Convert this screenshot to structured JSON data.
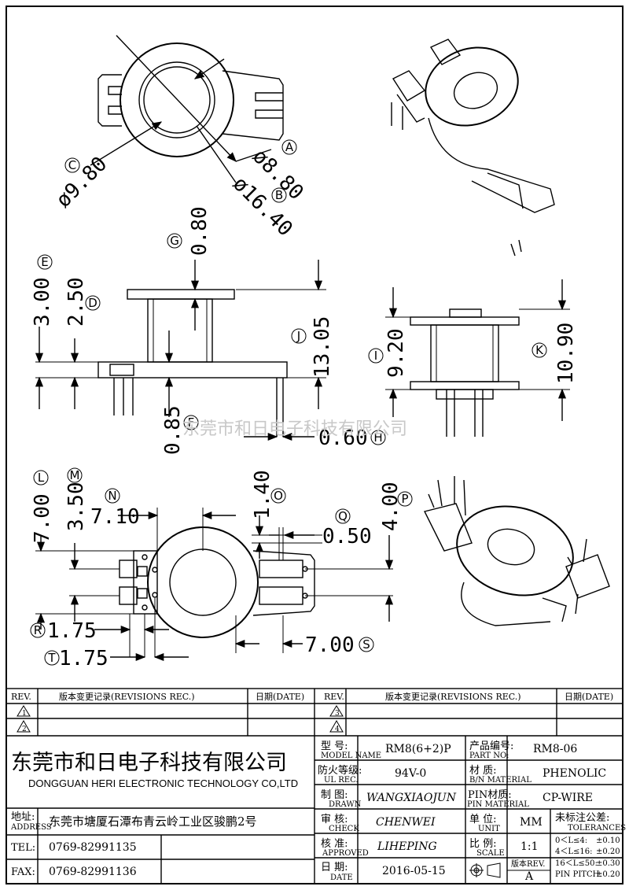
{
  "views": {
    "top": {
      "dims": [
        "ø9.80",
        "ø8.80",
        "ø16.40"
      ],
      "callouts": [
        "C",
        "A",
        "B"
      ]
    },
    "front": {
      "dims": [
        "3.00",
        "2.50",
        "0.80",
        "13.05",
        "0.85",
        "0.60"
      ],
      "callouts": [
        "E",
        "D",
        "G",
        "J",
        "F",
        "H"
      ]
    },
    "side": {
      "dims": [
        "9.20",
        "10.90"
      ],
      "callouts": [
        "I",
        "K"
      ]
    },
    "bottom": {
      "dims": [
        "7.00",
        "3.50",
        "7.10",
        "1.40",
        "4.00",
        "0.50",
        "1.75",
        "1.75",
        "7.00"
      ],
      "callouts": [
        "L",
        "M",
        "N",
        "O",
        "P",
        "Q",
        "R",
        "T",
        "S"
      ]
    }
  },
  "watermark": "东莞市和日电子科技有限公司",
  "title_block": {
    "rev_header": "REV.",
    "revisions_header": "版本变更记录(REVISIONS REC.)",
    "date_header": "日期(DATE)",
    "rev_marks": [
      "1",
      "2",
      "3",
      "4"
    ],
    "company_cn": "东莞市和日电子科技有限公司",
    "company_en": "DONGGUAN HERI ELECTRONIC TECHNOLOGY CO,LTD",
    "address_label": "地址:",
    "address_label_en": "ADDRESS",
    "address": "东莞市塘厦石潭布青云岭工业区骏鹏2号",
    "tel_label": "TEL:",
    "tel": "0769-82991135",
    "fax_label": "FAX:",
    "fax": "0769-82991136",
    "model_label": "型  号:",
    "model_label_en": "MODEL NAME",
    "model": "RM8(6+2)P",
    "part_label": "产品编号:",
    "part_label_en": "PART NO:",
    "part_no": "RM8-06",
    "ul_label": "防火等级:",
    "ul_label_en": "UL REC.",
    "ul": "94V-0",
    "material_label": "材  质:",
    "material_label_en": "B/N MATERIAL",
    "material": "PHENOLIC",
    "drawn_label": "制  图:",
    "drawn_label_en": "DRAWN",
    "drawn": "WANGXIAOJUN",
    "pin_label": "PIN材质:",
    "pin_label_en": "PIN MATERIAL",
    "pin_material": "CP-WIRE",
    "check_label": "审  核:",
    "check_label_en": "CHECK",
    "check": "CHENWEI",
    "unit_label": "单  位:",
    "unit_label_en": "UNIT",
    "unit": "MM",
    "tol_label": "未标注公差:",
    "tol_label_en": "TOLERANCES",
    "approved_label": "核  准:",
    "approved_label_en": "APPROVED",
    "approved": "LIHEPING",
    "scale_label": "比  例:",
    "scale_label_en": "SCALE",
    "scale": "1:1",
    "date_label": "日  期:",
    "date_label_en": "DATE",
    "date": "2016-05-15",
    "rev_label": "版本REV.",
    "rev": "A",
    "tolerances": [
      {
        "range": "0＜L≤4:",
        "value": "±0.10"
      },
      {
        "range": "4＜L≤16:",
        "value": "±0.20"
      },
      {
        "range": "16＜L≤50:",
        "value": "±0.30"
      },
      {
        "range": "PIN PITCH:",
        "value": "±0.20"
      }
    ]
  }
}
